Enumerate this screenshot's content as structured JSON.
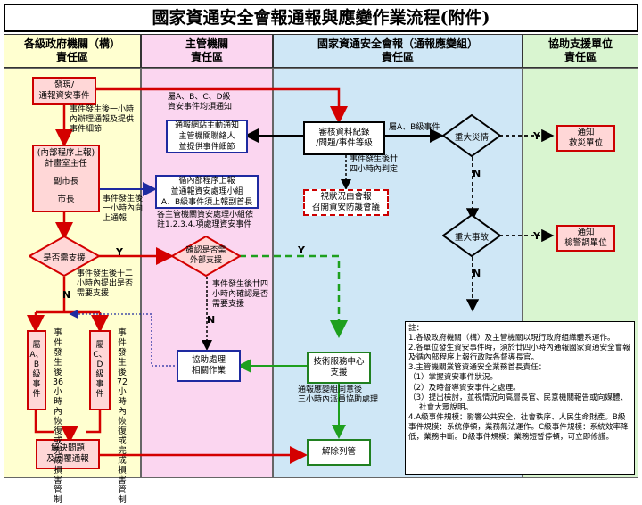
{
  "title": "國家資通安全會報通報與應變作業流程(附件)",
  "columns": [
    {
      "line1": "各級政府機關（構）",
      "line2": "責任區",
      "bg": "#ffffd0"
    },
    {
      "line1": "主管機關",
      "line2": "責任區",
      "bg": "#fbd6f0"
    },
    {
      "line1": "國家資通安全會報（通報應變組）",
      "line2": "責任區",
      "bg": "#cfe7f6"
    },
    {
      "line1": "協助支援單位",
      "line2": "責任區",
      "bg": "#d9f5d0"
    }
  ],
  "boxes": {
    "report": "發現/\n通報資安事件",
    "internal": "(內部程序上報)\n計畫室主任",
    "deputy": "副市長",
    "mayor": "市長",
    "need_support": "是否需支援",
    "class_ab": "屬\nA、B\n級\n事\n件",
    "class_cd": "屬\nC、D\n級\n事\n件",
    "resolve": "解決問題\n及回覆通報",
    "notify_agency": "通報網站主動通知\n主管機關聯絡人\n並提供事件細節",
    "internal_report": "循內部程序上報\n並通報資安處理小組\nA、B級事件須上報副首長",
    "confirm_support": "確認是否需\n外部支援",
    "assist": "協助處理\n相關作業",
    "review": "審核資料紀錄\n/問題/事件等級",
    "meeting": "視狀況由會報\n召開資安防護會議",
    "major_disaster": "重大災情",
    "major_event": "重大事故",
    "tech_center": "技術服務中心\n支援",
    "close": "解除列管",
    "rescue": "通知\n救災單位",
    "police": "通知\n檢警調單位"
  },
  "notes_text": {
    "n_report_1hr": "事件發生後一小時\n內辦理通報及提供\n事件細節",
    "n_abcd": "屬A、B、C、D級\n資安事件均須通知",
    "n_confirm_1hr": "事件發生後\n一小時內向\n上通報",
    "n_major_class": "屬A、B級事件",
    "n_judge": "事件發生後廿\n四小時內判定",
    "n_team": "各主管機關資安處理小組依\n註1.2.3.4.項處理資安事件",
    "n_12hr": "事件發生後十二\n小時內提出是否\n需要支援",
    "n_24hr_support": "事件發生後廿四\n小時內確認是否\n需要支援",
    "n_ab_recover": "事件發生後36小時內恢復或完成損害管制",
    "n_cd_recover": "事件發生後72小時內恢復或完成損害管制",
    "n_tech_3hr": "通報應變組同意後\n三小時內派員協助處理"
  },
  "labels": {
    "yes": "Y",
    "no": "N"
  },
  "legend_notes": [
    "註：",
    "1.各級政府機關（構）及主管機關以現行政府組織體系運作。",
    "2.各單位發生資安事件時，須於廿四小時內通報國家資通安全會報及循內部程序上報行政院各督導長官。",
    "3.主管機關業管資通安全業務首長責任：",
    "（1）掌握資安事件狀況。",
    "（2）及時督導資安事件之處理。",
    "（3）提出檢討，並視情況向高層長官、民意機關報告或向媒體、社會大眾說明。",
    "4.A級事件規模：影響公共安全、社會秩序、人民生命財產。B級事件規模：系統停頓，業務無法運作。C級事件規模：系統效率降低，業務中斷。D級事件規模：業務短暫停頓，可立即修護。"
  ],
  "colors": {
    "red": "#d40000",
    "blue": "#1e2aa0",
    "green": "#1ea01e",
    "dark": "#000000"
  }
}
